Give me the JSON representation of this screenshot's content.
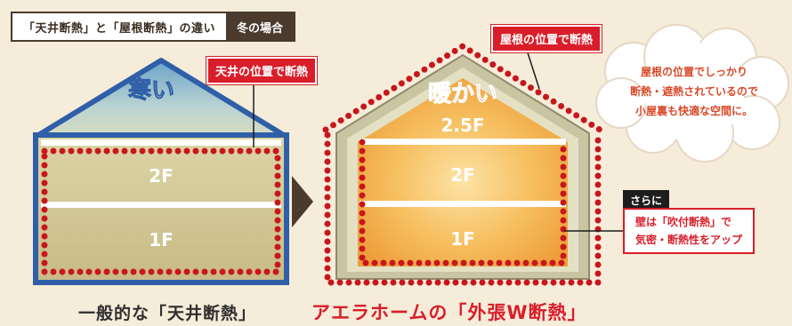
{
  "title": {
    "main": "「天井断熱」と「屋根断熱」の違い",
    "season": "冬の場合"
  },
  "left_house": {
    "temp_label": "寒い",
    "insulation_label": "天井の位置で断熱",
    "floors": [
      "2F",
      "1F"
    ],
    "caption": "一般的な「天井断熱」"
  },
  "right_house": {
    "temp_label": "暖かい",
    "insulation_label": "屋根の位置で断熱",
    "floors": [
      "2.5F",
      "2F",
      "1F"
    ],
    "caption": "アエラホームの「外張W断熱」"
  },
  "cloud_note": {
    "lines": [
      "屋根の位置でしっかり",
      "断熱・遮熱されているので",
      "小屋裏も快適な空間に。"
    ]
  },
  "extra_note": {
    "tag": "さらに",
    "lines": [
      "壁は「吹付断熱」で",
      "気密・断熱性をアップ"
    ]
  },
  "colors": {
    "insulation_dots": "#c8161d",
    "left_frame": "#2f5fa8",
    "right_frame": "#c9c5a3",
    "warm_fill": "#f2b44a",
    "cold_sky": "#6fa3c9"
  }
}
